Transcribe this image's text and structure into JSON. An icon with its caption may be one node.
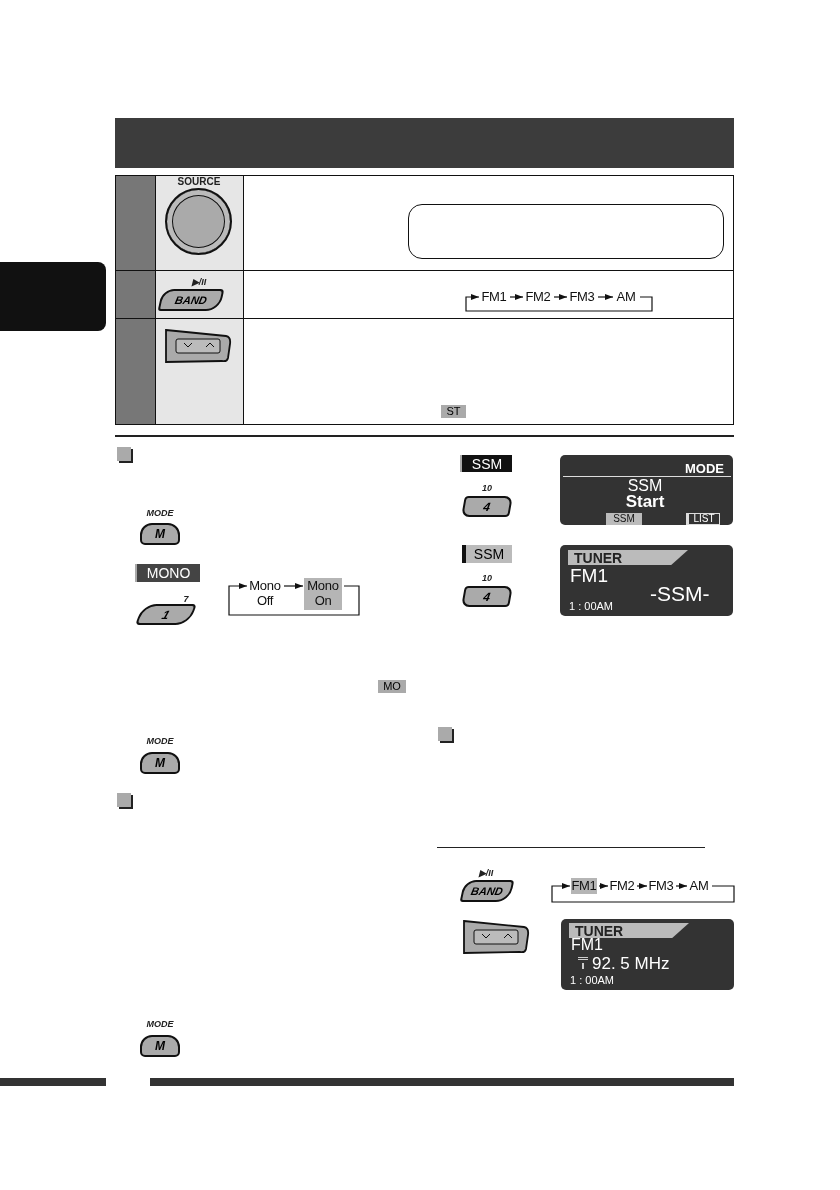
{
  "diagram": {
    "nodes": [
      {
        "text": [
          "FM1"
        ]
      },
      {
        "text": [
          "FM2"
        ]
      },
      {
        "text": [
          "FM3"
        ]
      },
      {
        "text": [
          "AM"
        ]
      },
      {
        "text": [
          "Mono Off"
        ]
      },
      {
        "text": [
          "Mono On"
        ]
      },
      {
        "text": [
          "FM1"
        ]
      },
      {
        "text": [
          "FM2"
        ]
      },
      {
        "text": [
          "FM3"
        ]
      },
      {
        "text": [
          "AM"
        ]
      },
      {
        "text": [],
        "shape": "box"
      }
    ],
    "edges": [
      {
        "from": 0,
        "to": 1,
        "arrow": "to"
      },
      {
        "from": 1,
        "to": 2,
        "arrow": "to"
      },
      {
        "from": 2,
        "to": 3,
        "arrow": "to"
      },
      {
        "from": 3,
        "to": 0,
        "arrow": "to"
      },
      {
        "from": 4,
        "to": 5,
        "arrow": "to"
      },
      {
        "from": 5,
        "to": 4,
        "arrow": "to"
      },
      {
        "from": 6,
        "to": 7,
        "arrow": "to"
      },
      {
        "from": 7,
        "to": 8,
        "arrow": "to"
      },
      {
        "from": 8,
        "to": 9,
        "arrow": "to"
      },
      {
        "from": 9,
        "to": 6,
        "arrow": "to"
      }
    ],
    "labels": [
      "SOURCE",
      "▶/II",
      "BAND",
      "ST",
      "MODE",
      "M",
      "MONO",
      "7",
      "1",
      "MO",
      "MODE",
      "M",
      "MODE",
      "M",
      "SSM",
      "10",
      "4",
      "MODE",
      "SSM",
      "Start",
      "SSM",
      "LIST",
      "SSM",
      "10",
      "4",
      "TUNER",
      "FM1",
      "-SSM-",
      "1 : 00AM",
      "▶/II",
      "BAND",
      "TUNER",
      "FM1",
      "92. 5 MHz",
      "1 : 00AM"
    ]
  }
}
